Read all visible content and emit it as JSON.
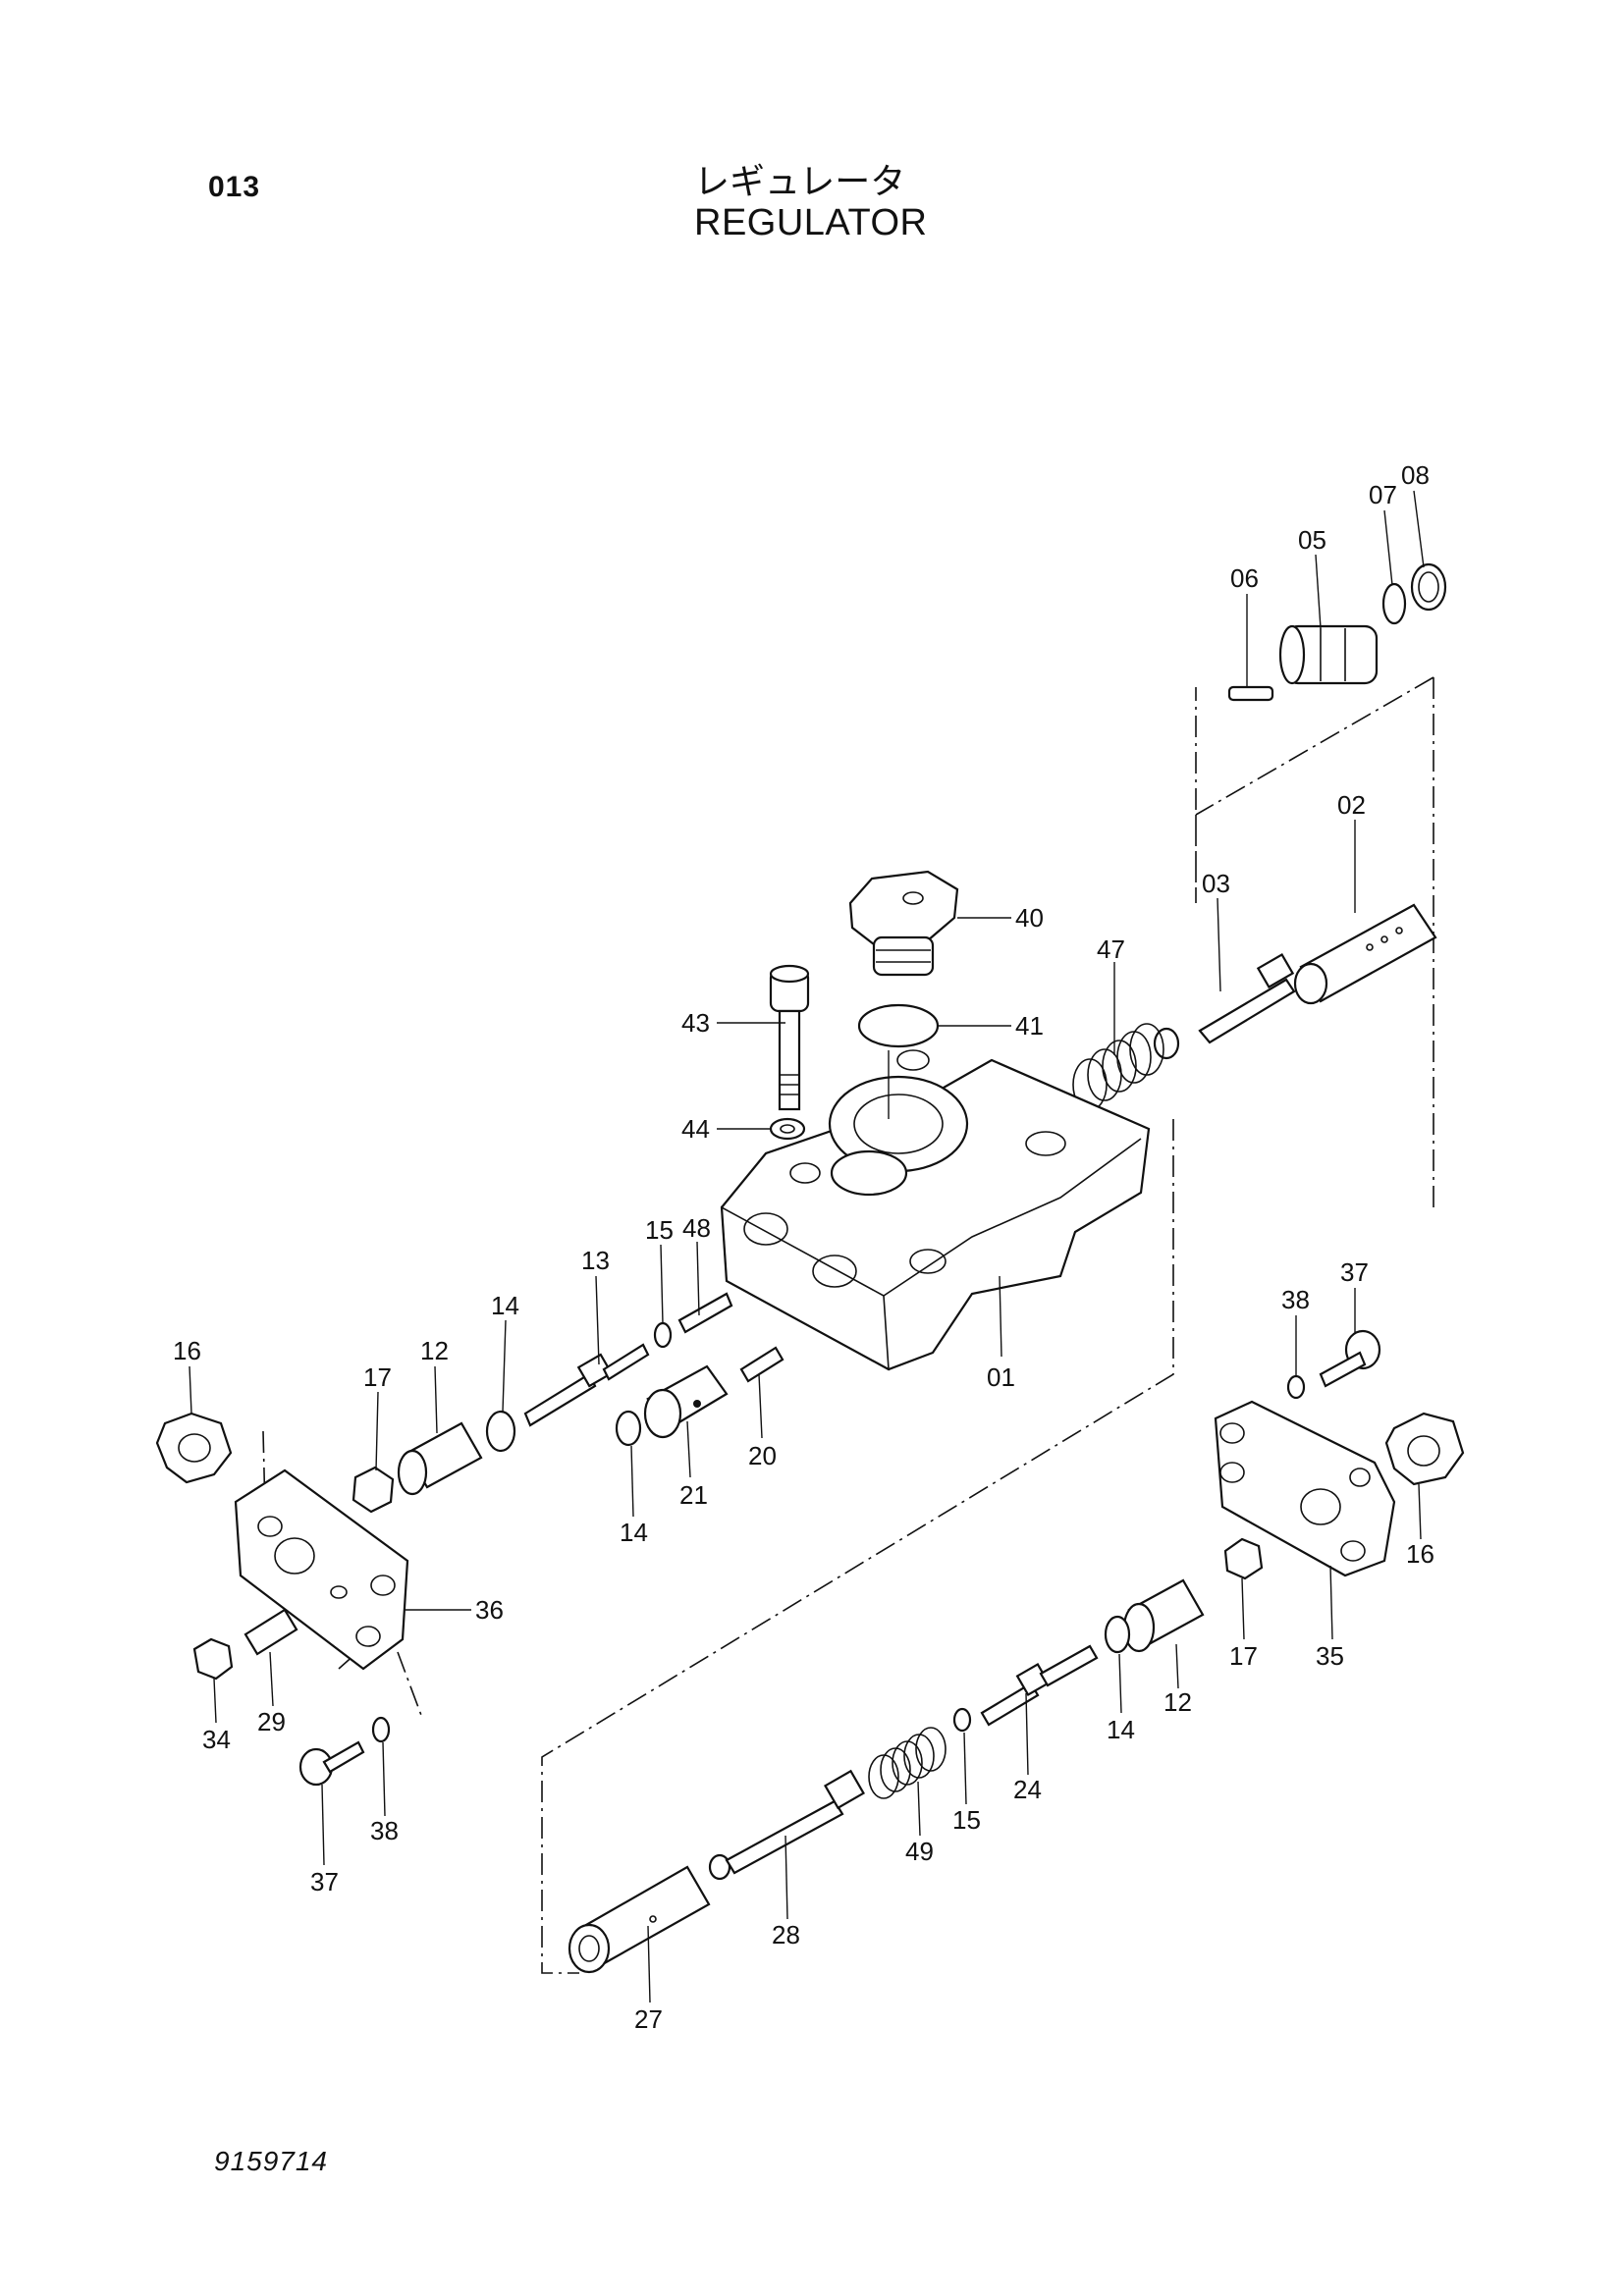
{
  "header": {
    "page_number": "013",
    "title_jp": "レギュレータ",
    "title_en": "REGULATOR"
  },
  "footer": {
    "doc_number": "9159714"
  },
  "callouts": [
    "08",
    "07",
    "05",
    "06",
    "02",
    "03",
    "47",
    "40",
    "41",
    "43",
    "44",
    "48",
    "15",
    "13",
    "14",
    "12",
    "16",
    "17",
    "20",
    "21",
    "01",
    "14",
    "37",
    "38",
    "16",
    "36",
    "29",
    "34",
    "37",
    "38",
    "17",
    "35",
    "12",
    "14",
    "24",
    "15",
    "49",
    "28",
    "27"
  ]
}
